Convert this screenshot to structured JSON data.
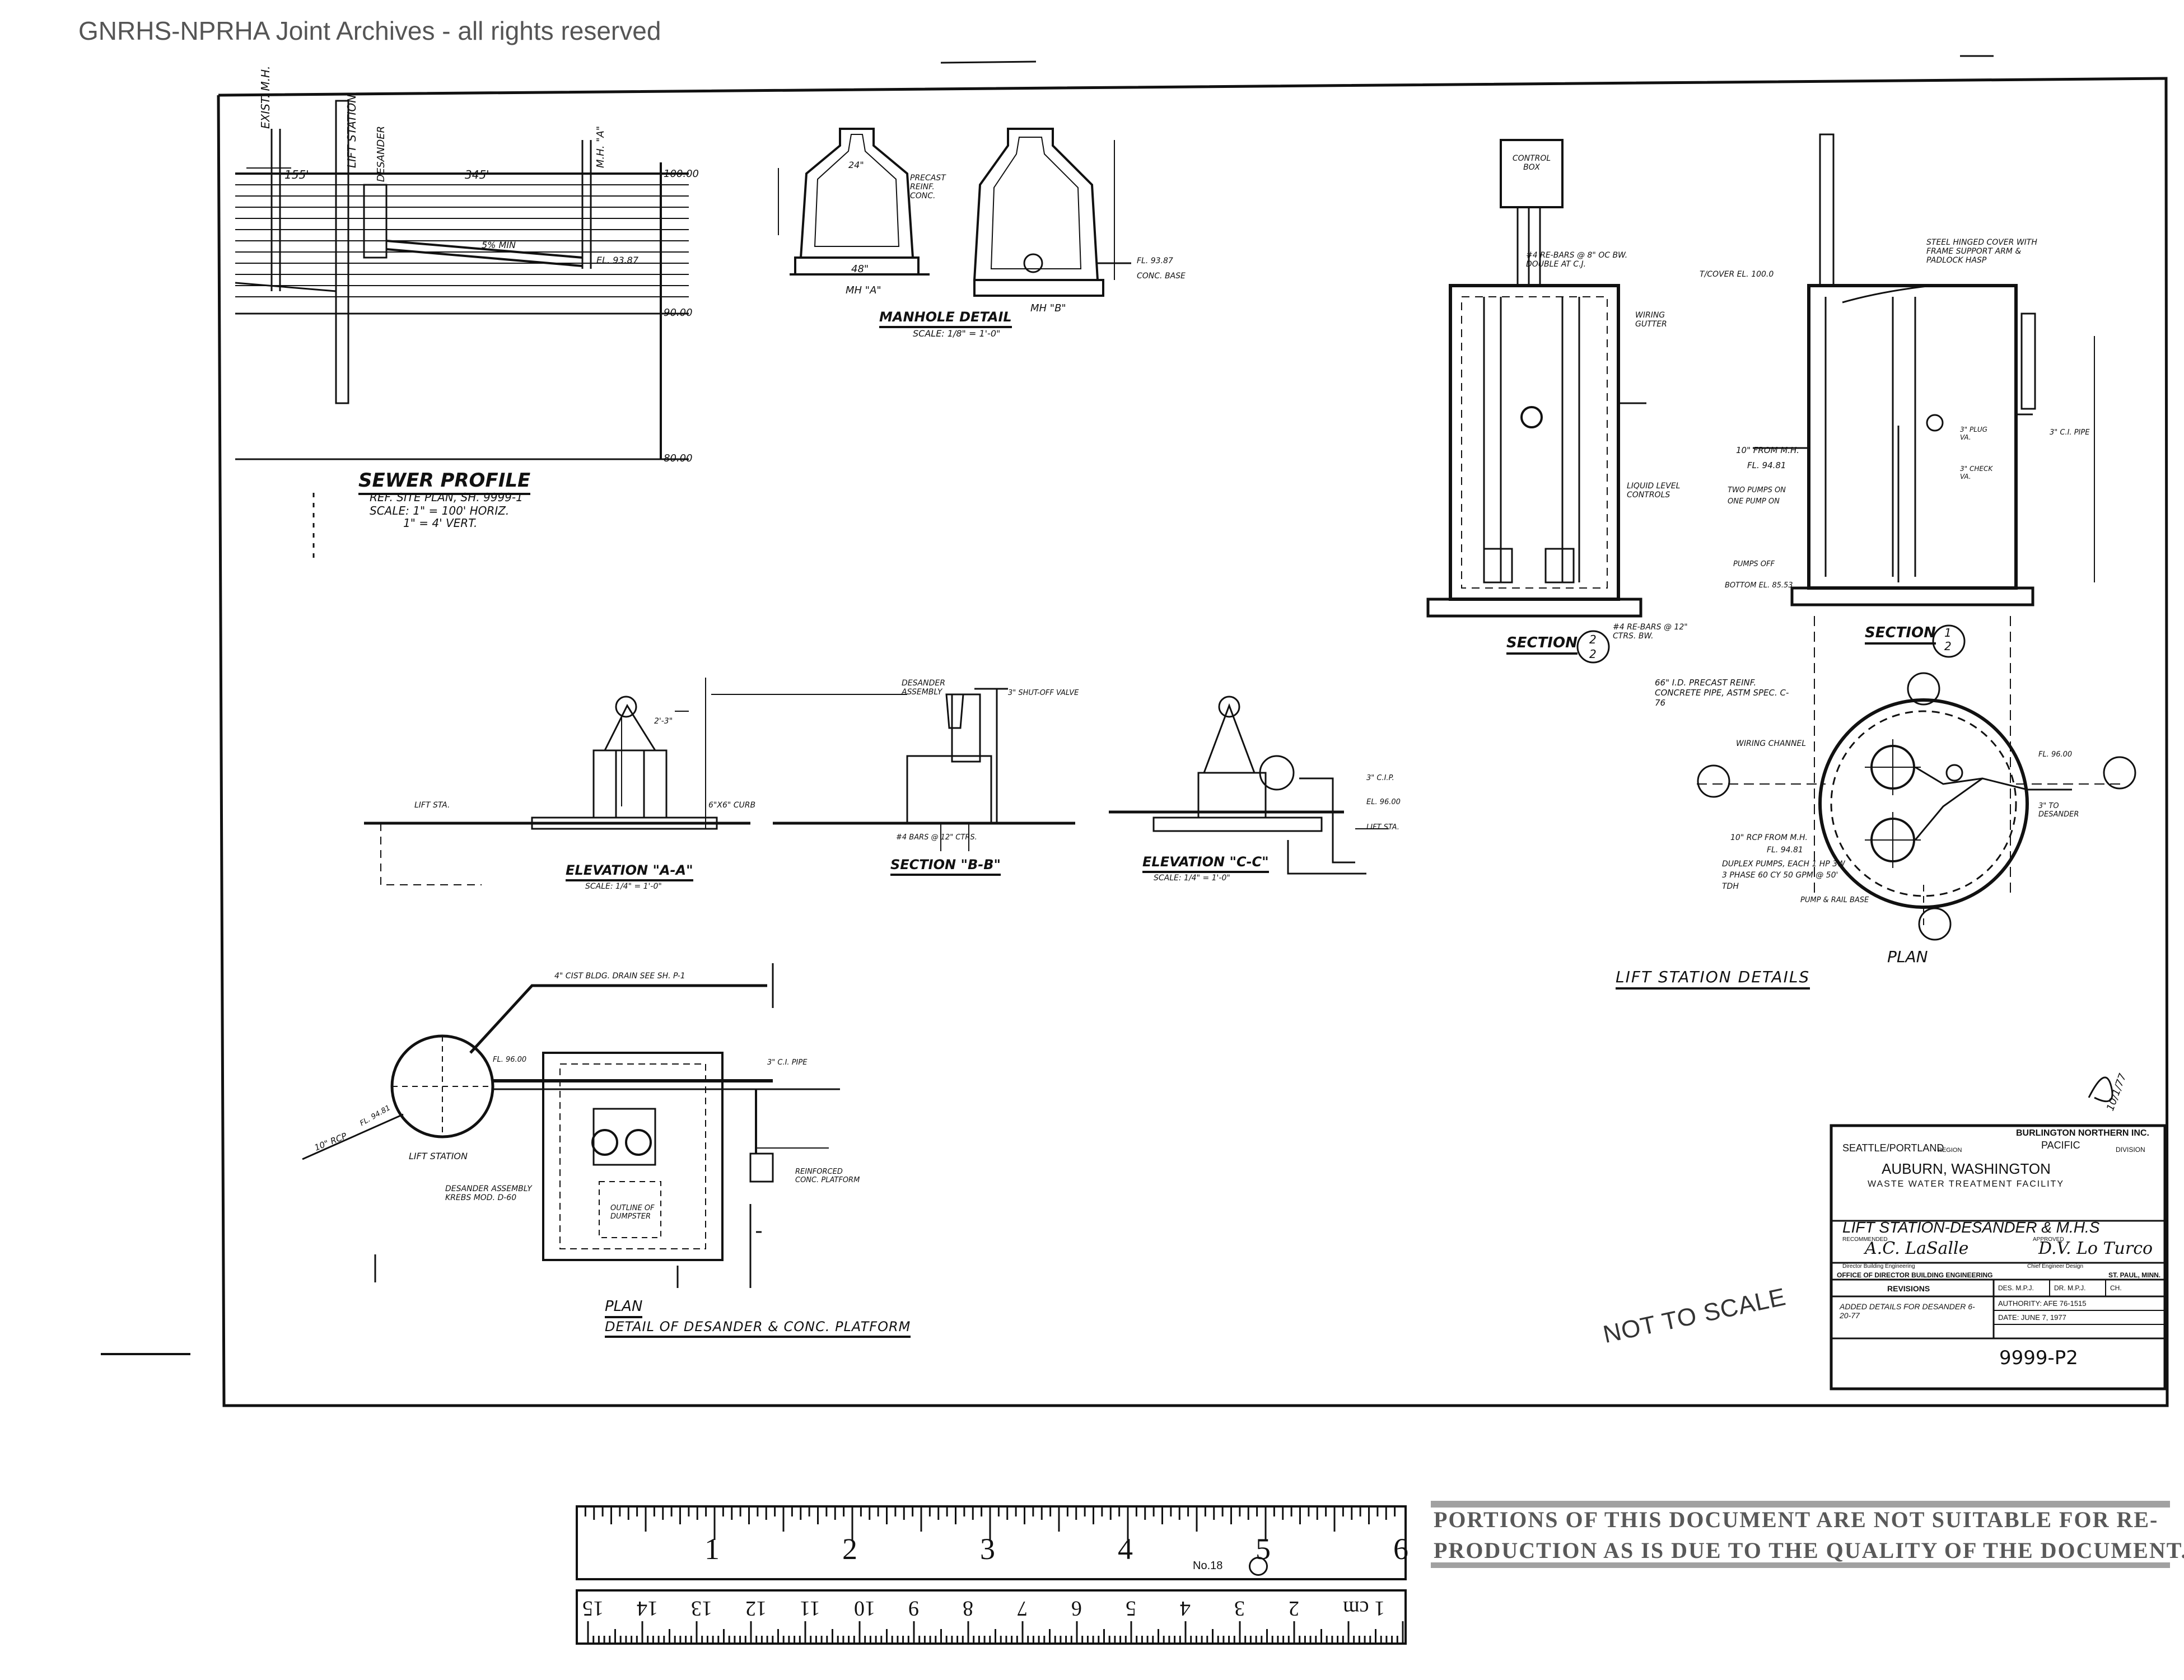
{
  "watermark": "GNRHS-NPRHA Joint Archives - all rights reserved",
  "sewer_profile": {
    "title": "SEWER PROFILE",
    "ref": "REF. SITE PLAN, SH. 9999-1",
    "scale_h": "SCALE: 1\" = 100' HORIZ.",
    "scale_v": "1\" = 4' VERT.",
    "elevations": [
      "100.00",
      "90.00",
      "80.00"
    ],
    "labels": [
      "EXIST. M.H.",
      "LIFT STATION",
      "DESANDER",
      "M.H. \"A\"",
      "155'",
      "345'",
      "5% MIN",
      "EL. 93.87"
    ]
  },
  "manhole_detail": {
    "title": "MANHOLE DETAIL",
    "scale": "SCALE: 1/8\" = 1'-0\"",
    "left_label": "MH \"A\"",
    "right_label": "MH \"B\"",
    "notes": [
      "48\"",
      "PRECAST REINF. CONC.",
      "24\"",
      "FL. 93.87",
      "CONC. BASE"
    ]
  },
  "section_2": {
    "title": "SECTION",
    "num": "2",
    "den": "2",
    "labels": [
      "CONTROL BOX",
      "#4 RE-BARS @ 8\" oc BW. DOUBLE AT C.J.",
      "WIRING GUTTER",
      "LIQUID LEVEL CONTROLS",
      "#4 RE-BARS @ 12\" CTRS. BW."
    ]
  },
  "section_1": {
    "title": "SECTION",
    "num": "1",
    "den": "2",
    "labels": [
      "STEEL HINGED COVER WITH FRAME SUPPORT ARM & PADLOCK HASP",
      "T/COVER EL. 100.0",
      "10\" FROM M.H.",
      "FL. 94.81",
      "TWO PUMPS ON",
      "ONE PUMP ON",
      "PUMPS OFF",
      "BOTTOM EL. 85.53",
      "3\" C.I. PIPE",
      "3\" PLUG VA.",
      "3\" CHECK VA."
    ]
  },
  "lift_plan": {
    "title": "PLAN",
    "labels": [
      "66\" I.D. PRECAST REINF. CONCRETE PIPE, ASTM SPEC. C-76",
      "WIRING CHANNEL",
      "10\" RCP FROM M.H.",
      "FL. 94.81",
      "DUPLEX PUMPS, EACH 1 HP 3W 3 PHASE 60 CY 50 GPM @ 50' TDH",
      "PUMP & RAIL BASE",
      "3\" TO DESANDER",
      "FL. 96.00"
    ]
  },
  "lift_station_details": "LIFT STATION DETAILS",
  "elevation_aa": {
    "title": "ELEVATION \"A-A\"",
    "scale": "SCALE: 1/4\" = 1'-0\"",
    "labels": [
      "LIFT STA.",
      "6\"x6\" CURB",
      "2'-3\""
    ]
  },
  "section_bb": {
    "title": "SECTION \"B-B\"",
    "labels": [
      "DESANDER ASSEMBLY",
      "3\" SHUT-OFF VALVE",
      "#4 BARS @ 12\" CTRS."
    ]
  },
  "elevation_cc": {
    "title": "ELEVATION \"C-C\"",
    "scale": "SCALE: 1/4\" = 1'-0\"",
    "labels": [
      "3\" C.I.P.",
      "EL. 96.00",
      "LIFT STA."
    ]
  },
  "desander_plan": {
    "title": "PLAN",
    "subtitle": "DETAIL OF DESANDER & CONC. PLATFORM",
    "labels": [
      "LIFT STATION",
      "10\" RCP",
      "DESANDER ASSEMBLY KREBS MOD. D-60",
      "OUTLINE OF DUMPSTER",
      "REINFORCED CONC. PLATFORM",
      "4\" CIST BLDG. DRAIN SEE SH. P-1",
      "FL. 94.81",
      "FL. 96.00",
      "3\" C.I. PIPE"
    ]
  },
  "not_to_scale": "NOT TO SCALE",
  "initials": "10/1/77",
  "title_block": {
    "company": "BURLINGTON NORTHERN INC.",
    "region": "SEATTLE/PORTLAND",
    "region_label": "REGION",
    "division": "PACIFIC",
    "division_label": "DIVISION",
    "location": "AUBURN, WASHINGTON",
    "facility": "WASTE WATER TREATMENT FACILITY",
    "drawing_title": "LIFT STATION-DESANDER & M.H.s",
    "recommended": "RECOMMENDED",
    "approved": "APPROVED",
    "sig1": "A.C. LaSalle",
    "sig2": "D.V. Lo Turco",
    "sig1_title": "Director Building Engineering",
    "sig2_title": "Chief Engineer Design",
    "office": "OFFICE OF DIRECTOR BUILDING ENGINEERING",
    "city": "ST. PAUL, MINN.",
    "revisions": "REVISIONS",
    "dr": "DES. M.P.J.",
    "drn": "DR. M.P.J.",
    "ch": "CH.",
    "revision_note": "ADDED DETAILS FOR DESANDER 6-20-77",
    "authority": "AUTHORITY: AFE 76-1515",
    "date": "DATE: JUNE 7, 1977",
    "sheet_no": "9999-P2"
  },
  "ruler": {
    "inches": [
      "1",
      "2",
      "3",
      "4",
      "5",
      "6"
    ],
    "cm": [
      "1 cm",
      "2",
      "3",
      "4",
      "5",
      "6",
      "7",
      "8",
      "9",
      "10",
      "11",
      "12",
      "13",
      "14",
      "15"
    ],
    "brand": "No.18"
  },
  "disclaimer": [
    "PORTIONS OF THIS DOCUMENT ARE NOT SUITABLE FOR RE-",
    "PRODUCTION AS IS DUE TO THE QUALITY OF THE DOCUMENT."
  ]
}
